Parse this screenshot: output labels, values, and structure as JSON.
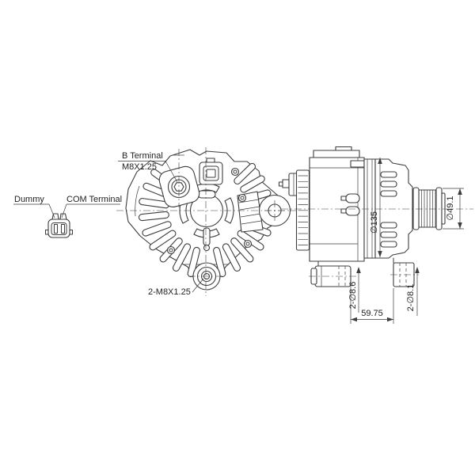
{
  "callouts": {
    "dummy": "Dummy",
    "com_terminal": "COM Terminal",
    "b_terminal": "B Terminal",
    "b_terminal_thread": "M8X1.25",
    "mount_thread": "2-M8X1.25"
  },
  "dimensions": {
    "body_diameter": "∅135",
    "pulley_diameter": "∅49.1",
    "front_lug_holes": "2-∅8.6",
    "rear_lug_holes": "2-∅8.1",
    "lug_distance": "59.75"
  },
  "colors": {
    "line": "#3d3d3d",
    "text": "#1f1f1f",
    "background": "#ffffff"
  }
}
